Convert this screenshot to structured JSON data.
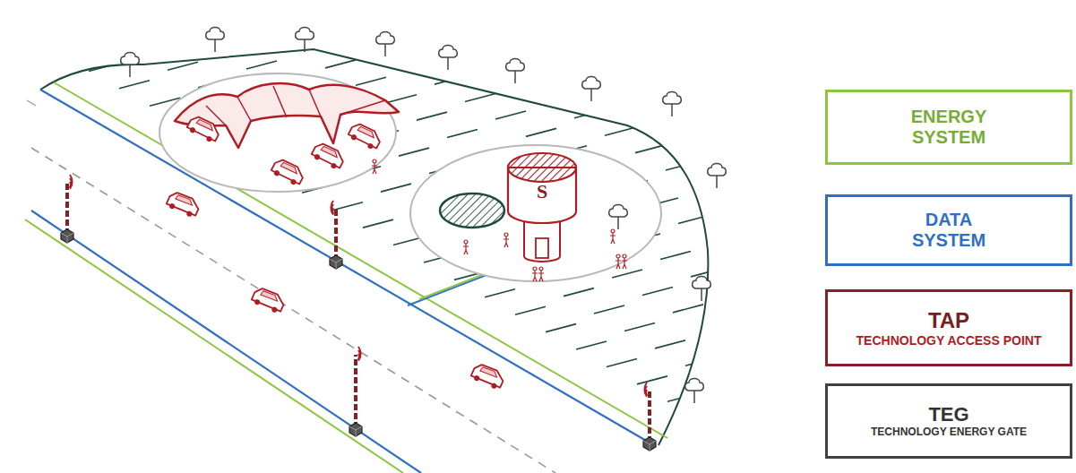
{
  "diagram": {
    "nodes": [
      {
        "text": [
          "ENERGY SYSTEM"
        ]
      },
      {
        "text": [
          "DATA SYSTEM"
        ]
      },
      {
        "text": [
          "TAP",
          "TECHNOLOGY ACCESS POINT"
        ]
      },
      {
        "text": [
          "TEG",
          "TECHNOLOGY ENERGY GATE"
        ]
      }
    ],
    "labels": [
      "S"
    ]
  }
}
